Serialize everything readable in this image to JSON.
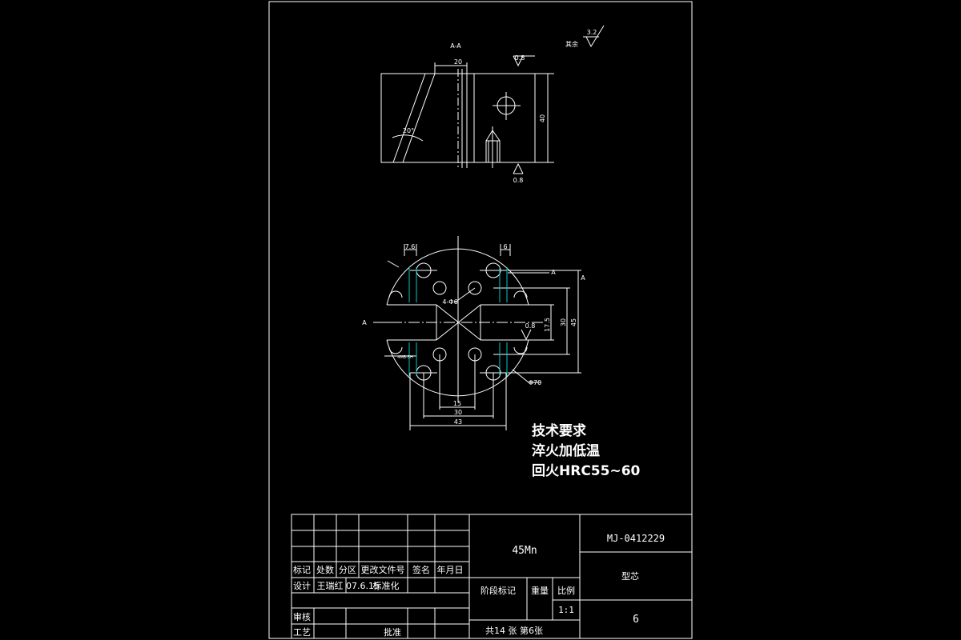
{
  "colors": {
    "background": "#000000",
    "line": "#ffffff",
    "centerline": "#d0d0d0",
    "thread": "#00c8c8"
  },
  "section_view": {
    "label": "A-A",
    "dim_top": "20",
    "dim_right": "40",
    "angle": "20°",
    "roughness_top": "0.8",
    "roughness_bottom": "0.8"
  },
  "surface_other": {
    "label": "其余",
    "value": "3.2"
  },
  "plan_view": {
    "dim_left_top": "7.6",
    "dim_right_top": "6",
    "section_mark": "A",
    "hole_label": "4-Φ6",
    "roughness": "0.8",
    "dim_17_5": "17.5",
    "dim_30_v": "30",
    "dim_45_v": "45",
    "dim_15": "15",
    "dim_30_h": "30",
    "dim_43": "43",
    "thread_label": "4M8-5H",
    "diameter": "Φ70"
  },
  "tech_req": {
    "line1": "技术要求",
    "line2": "淬火加低温",
    "line3": "回火HRC55~60"
  },
  "title_block": {
    "material": "45Mn",
    "drawing_no": "MJ-0412229",
    "part_name": "型芯",
    "sheet_no": "6",
    "h_mark": "标记",
    "h_count": "处数",
    "h_zone": "分区",
    "h_change": "更改文件号",
    "h_sign": "签名",
    "h_date": "年月日",
    "r_design": "设计",
    "designer": "王瑞红",
    "design_date": "07.6.15",
    "r_std": "标准化",
    "r_review": "审核",
    "r_process": "工艺",
    "r_approve": "批准",
    "stage_mark": "阶段标记",
    "weight": "重量",
    "scale": "比例",
    "scale_value": "1:1",
    "sheets": "共14 张 第6张"
  }
}
